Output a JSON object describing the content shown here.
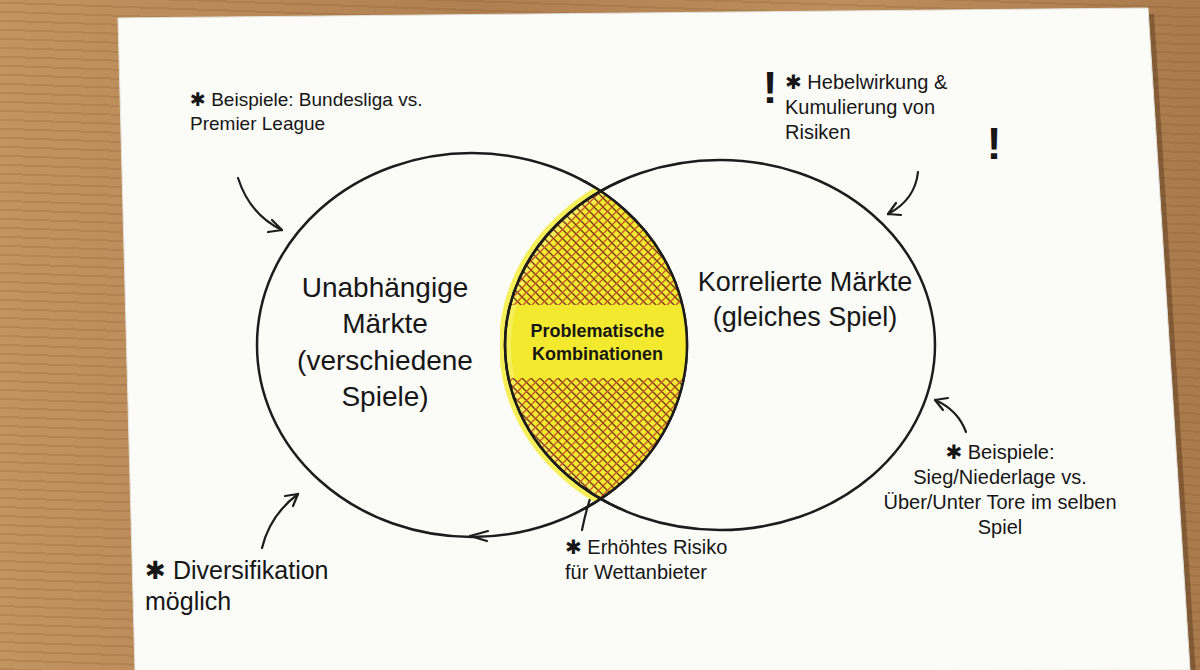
{
  "diagram": {
    "nodes": [
      {
        "text": [
          "Unabhängige Märkte (verschiedene Spiele)"
        ]
      },
      {
        "text": [
          "Problematische Kombinationen"
        ]
      },
      {
        "text": [
          "Korrelierte Märkte (gleiches Spiel)"
        ]
      }
    ],
    "labels": [
      "✱ Beispiele: Bundesliga vs. Premier League",
      "!",
      "✱ Hebelwirkung & Kumulierung von Risiken",
      "!",
      "✱ Diversifikation möglich",
      "✱ Erhöhtes Risiko für Wettanbieter",
      "✱ Beispiele: Sieg/Niederlage vs. Über/Unter Tore im selben Spiel"
    ]
  }
}
